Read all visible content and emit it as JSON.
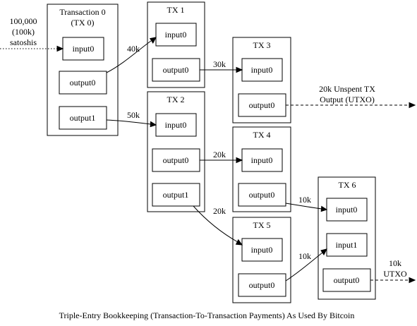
{
  "source_label": [
    "100,000",
    "(100k)",
    "satoshis"
  ],
  "transactions": {
    "tx0": {
      "title": [
        "Transaction 0",
        "(TX 0)"
      ],
      "ports": {
        "input0": "input0",
        "output0": "output0",
        "output1": "output1"
      }
    },
    "tx1": {
      "title": [
        "TX 1"
      ],
      "ports": {
        "input0": "input0",
        "output0": "output0"
      }
    },
    "tx2": {
      "title": [
        "TX 2"
      ],
      "ports": {
        "input0": "input0",
        "output0": "output0",
        "output1": "output1"
      }
    },
    "tx3": {
      "title": [
        "TX 3"
      ],
      "ports": {
        "input0": "input0",
        "output0": "output0"
      }
    },
    "tx4": {
      "title": [
        "TX 4"
      ],
      "ports": {
        "input0": "input0",
        "output0": "output0"
      }
    },
    "tx5": {
      "title": [
        "TX 5"
      ],
      "ports": {
        "input0": "input0",
        "output0": "output0"
      }
    },
    "tx6": {
      "title": [
        "TX 6"
      ],
      "ports": {
        "input0": "input0",
        "input1": "input1",
        "output0": "output0"
      }
    }
  },
  "edges": [
    {
      "id": "src-tx0",
      "from": "source",
      "to": "tx0.input0",
      "label": "",
      "style": "dotted"
    },
    {
      "id": "tx0-tx1",
      "from": "tx0.output0",
      "to": "tx1.input0",
      "label": "40k",
      "style": "solid"
    },
    {
      "id": "tx0-tx2",
      "from": "tx0.output1",
      "to": "tx2.input0",
      "label": "50k",
      "style": "solid"
    },
    {
      "id": "tx1-tx3",
      "from": "tx1.output0",
      "to": "tx3.input0",
      "label": "30k",
      "style": "solid"
    },
    {
      "id": "tx2-tx4",
      "from": "tx2.output0",
      "to": "tx4.input0",
      "label": "20k",
      "style": "solid"
    },
    {
      "id": "tx2-tx5",
      "from": "tx2.output1",
      "to": "tx5.input0",
      "label": "20k",
      "style": "solid"
    },
    {
      "id": "tx4-tx6",
      "from": "tx4.output0",
      "to": "tx6.input0",
      "label": "10k",
      "style": "solid"
    },
    {
      "id": "tx5-tx6",
      "from": "tx5.output0",
      "to": "tx6.input1",
      "label": "10k",
      "style": "solid"
    },
    {
      "id": "tx3-utxo",
      "from": "tx3.output0",
      "to": "utxo1",
      "label": "",
      "style": "dashed"
    },
    {
      "id": "tx6-utxo",
      "from": "tx6.output0",
      "to": "utxo2",
      "label": "",
      "style": "dashed"
    }
  ],
  "utxo_labels": {
    "utxo1": [
      "20k Unspent TX",
      "Output (UTXO)"
    ],
    "utxo2": [
      "10k",
      "UTXO"
    ]
  },
  "caption": "Triple-Entry Bookkeeping (Transaction-To-Transaction Payments) As Used By Bitcoin"
}
